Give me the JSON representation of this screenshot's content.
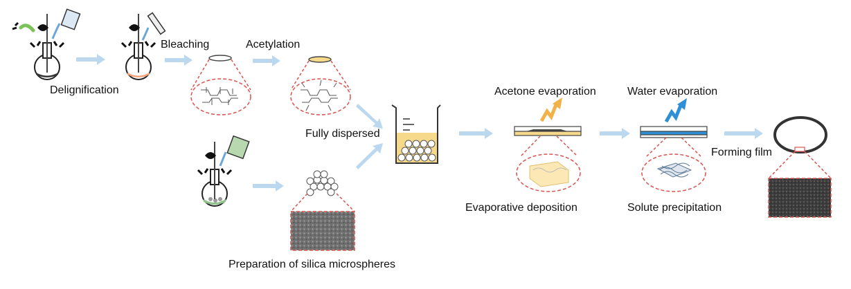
{
  "labels": {
    "delignification": "Delignification",
    "bleaching": "Bleaching",
    "acetylation": "Acetylation",
    "fully_dispersed": "Fully dispersed",
    "silica": "Preparation of silica microspheres",
    "acetone_evap": "Acetone evaporation",
    "water_evap": "Water evaporation",
    "evap_deposition": "Evaporative deposition",
    "solute_precip": "Solute precipitation",
    "forming_film": "Forming film"
  },
  "colors": {
    "arrow": "#bcd8ef",
    "dashed_red": "#d9534f",
    "liquid": "#f6d98a",
    "acetone_arrow": "#f2b24a",
    "water_arrow": "#2f8fd6",
    "blue_stir": "#6aa6d8",
    "green_stir": "#7cc25a"
  }
}
